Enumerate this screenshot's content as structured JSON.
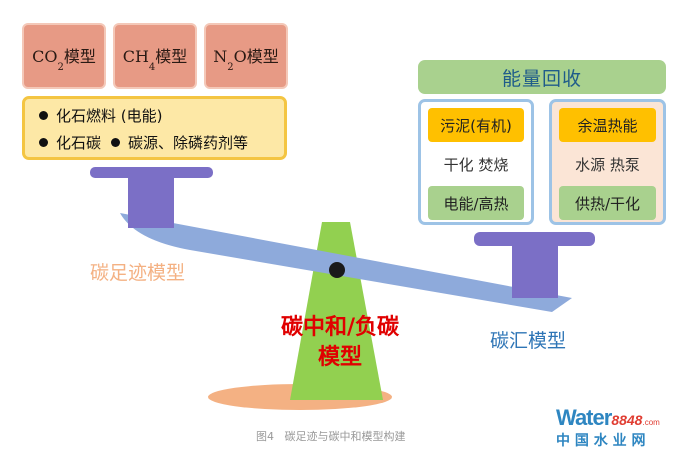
{
  "carbon_models": [
    "CO2模型",
    "CH4模型",
    "N2O模型"
  ],
  "fuel_items": {
    "line1": "化石燃料 (电能)",
    "line2a": "化石碳",
    "line2b": "碳源、除磷药剂等"
  },
  "energy_recovery": {
    "title": "能量回收",
    "sludge": {
      "top": "污泥(有机)",
      "middle": "干化 焚烧",
      "bottom": "电能/高热"
    },
    "heat": {
      "top": "余温热能",
      "middle": "水源 热泵",
      "bottom": "供热/干化"
    }
  },
  "scale_labels": {
    "footprint": "碳足迹模型",
    "neutral": "碳中和/负碳\n模型",
    "sink": "碳汇模型"
  },
  "caption": "图4   碳足迹与碳中和模型构建",
  "watermark": {
    "brand": "Water",
    "number": "8848",
    "domain": ".com",
    "cn": "中 国 水 业 网"
  },
  "colors": {
    "model_box": "#e79a85",
    "fuel_box": "#fde8a6",
    "green": "#a9d18e",
    "orange": "#ffc000",
    "beam": "#8eaadb",
    "stand": "#7b6fc6",
    "fulcrum": "#92d050",
    "shadow": "#f4b183",
    "footprint_label": "#f4b183",
    "neutral_label": "#e00000",
    "sink_label": "#2e75b6"
  }
}
